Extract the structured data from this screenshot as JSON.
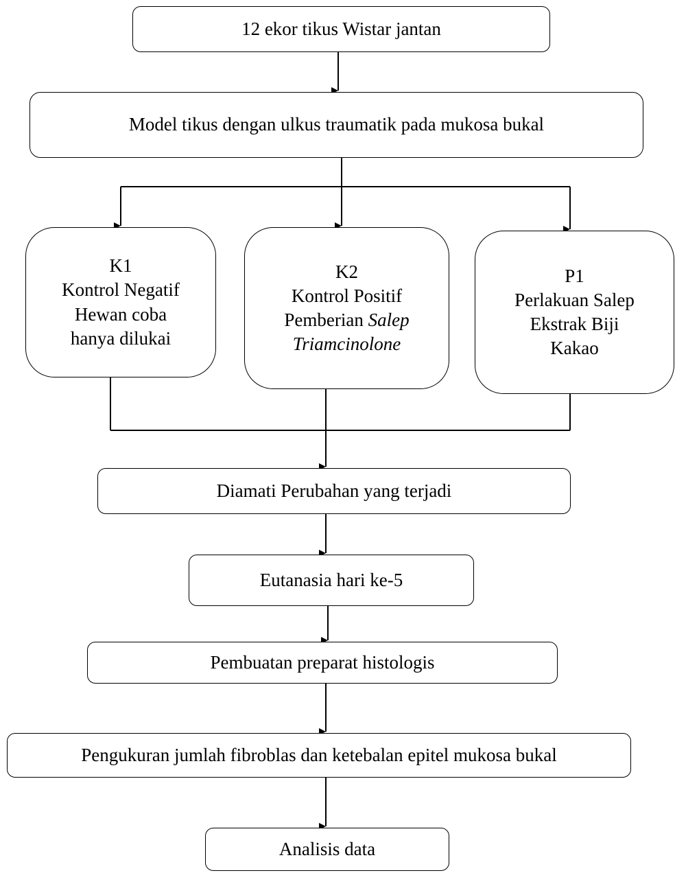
{
  "colors": {
    "line": "#000000",
    "box_fill": "#ffffff"
  },
  "nodes": {
    "start": "12 ekor tikus Wistar jantan",
    "model": "Model tikus dengan ulkus traumatik pada mukosa bukal",
    "k1": {
      "code": "K1",
      "line1": "Kontrol Negatif",
      "line2": "Hewan coba",
      "line3": "hanya dilukai"
    },
    "k2": {
      "code": "K2",
      "line1": "Kontrol Positif",
      "line2a": "Pemberian ",
      "line2b": "Salep",
      "line3": "Triamcinolone"
    },
    "p1": {
      "code": "P1",
      "line1": "Perlakuan Salep",
      "line2": "Ekstrak Biji",
      "line3": "Kakao"
    },
    "observe": "Diamati Perubahan yang terjadi",
    "euthanasia": "Eutanasia hari ke-5",
    "preparation": "Pembuatan preparat histologis",
    "measurement": "Pengukuran jumlah fibroblas dan ketebalan epitel mukosa bukal",
    "analysis": "Analisis data"
  }
}
